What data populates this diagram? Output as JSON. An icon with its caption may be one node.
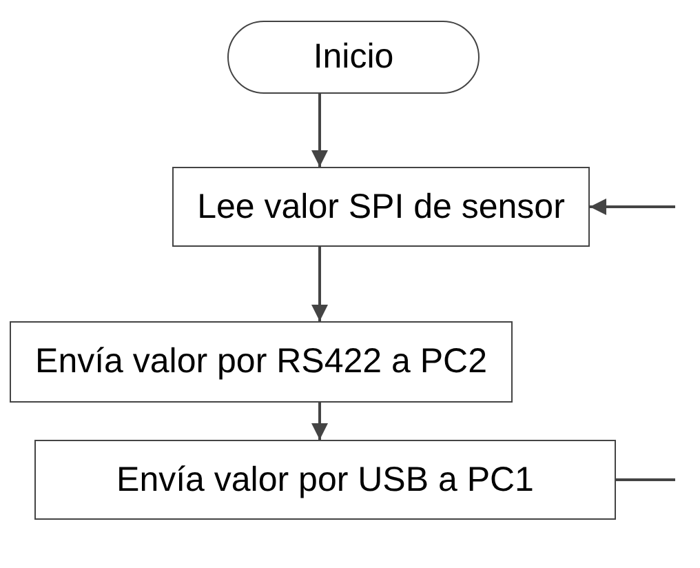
{
  "diagram": {
    "nodes": [
      {
        "text": [
          "Inicio"
        ]
      },
      {
        "text": [
          "Lee valor SPI de sensor"
        ]
      },
      {
        "text": [
          "Envía valor por RS422 a PC2"
        ]
      },
      {
        "text": [
          "Envía valor por USB a PC1"
        ]
      }
    ],
    "edges": [
      {
        "from": 0,
        "to": 1,
        "arrow": "to"
      },
      {
        "from": 1,
        "to": 2,
        "arrow": "to"
      },
      {
        "from": 2,
        "to": 3,
        "arrow": "to"
      },
      {
        "from": null,
        "to": 1,
        "arrow": "to"
      },
      {
        "from": 3,
        "to": null,
        "arrow": "none"
      }
    ]
  }
}
